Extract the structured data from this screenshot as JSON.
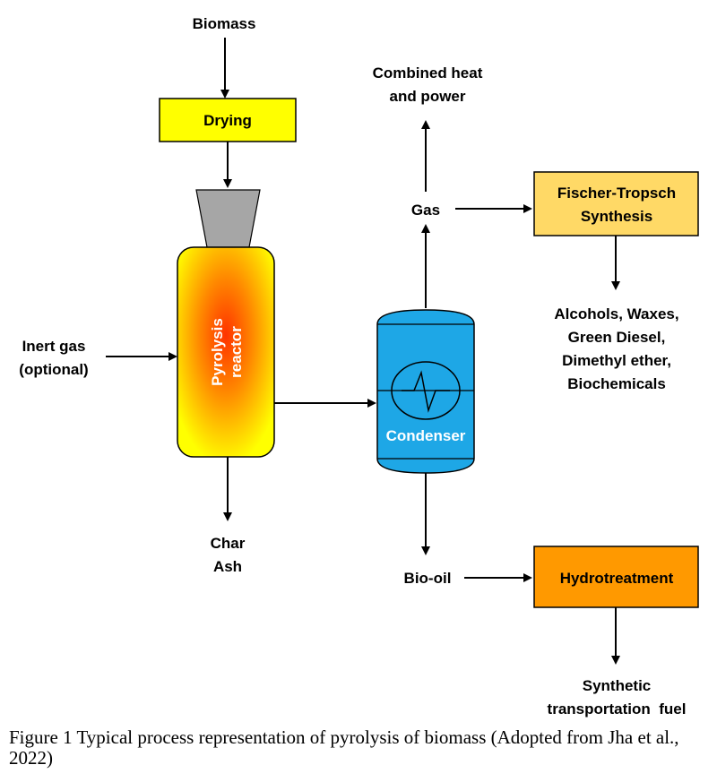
{
  "nodes": {
    "biomass": "Biomass",
    "drying": "Drying",
    "reactor_line1": "Pyrolysis",
    "reactor_line2": "reactor",
    "inert_line1": "Inert gas",
    "inert_line2": "(optional)",
    "char_line1": "Char",
    "char_line2": "Ash",
    "condenser": "Condenser",
    "gas": "Gas",
    "chp_line1": "Combined heat",
    "chp_line2": "and power",
    "ft_line1": "Fischer-Tropsch",
    "ft_line2": "Synthesis",
    "products_line1": "Alcohols, Waxes,",
    "products_line2": "Green Diesel,",
    "products_line3": "Dimethyl ether,",
    "products_line4": "Biochemicals",
    "biooil": "Bio-oil",
    "hydro": "Hydrotreatment",
    "fuel_line1": "Synthetic",
    "fuel_line2": "transportation  fuel"
  },
  "caption": "Figure 1 Typical process representation of pyrolysis of biomass (Adopted from Jha et al., 2022)",
  "colors": {
    "drying_fill": "#ffff00",
    "ft_fill": "#ffd966",
    "hydro_fill": "#ff9900",
    "condenser_fill": "#1ea7e6",
    "reactor_outer": "#ffff00",
    "reactor_inner": "#ff3300",
    "hopper_fill": "#a6a6a6"
  }
}
